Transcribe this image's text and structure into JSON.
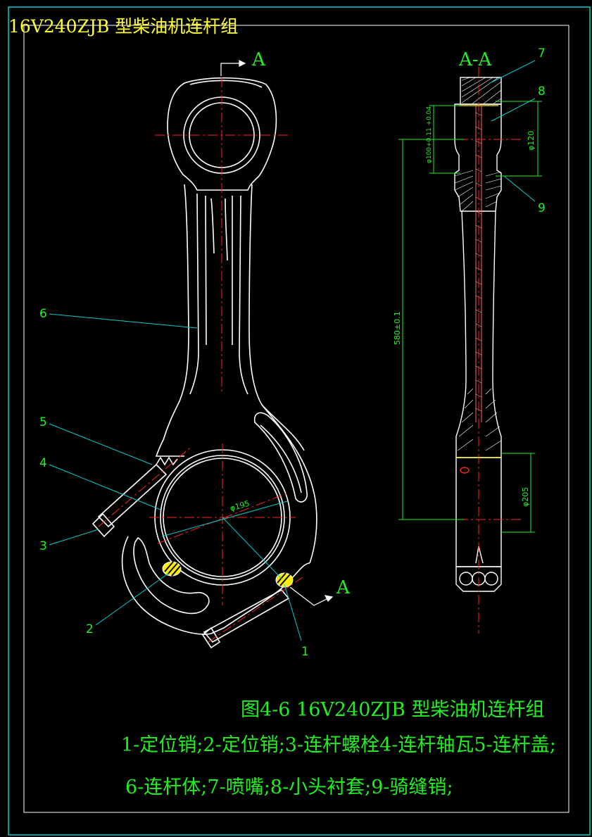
{
  "title": "16V240ZJB 型柴油机连杆组",
  "section_marks": {
    "a_top": "A",
    "a_bottom": "A",
    "section_view": "A-A"
  },
  "callouts": [
    "1",
    "2",
    "3",
    "4",
    "5",
    "6",
    "7",
    "8",
    "9"
  ],
  "dimensions": {
    "big_end_dia": "φ195",
    "pin_bore": "φ100+0.11 +0.04",
    "small_end_outer": "φ120",
    "center_distance": "580±0.1",
    "big_end_outer": "φ205"
  },
  "caption": {
    "line1": "图4-6 16V240ZJB 型柴油机连杆组",
    "line2": "1-定位销;2-定位销;3-连杆螺栓4-连杆轴瓦5-连杆盖;",
    "line3": "6-连杆体;7-喷嘴;8-小头衬套;9-骑缝销;"
  },
  "colors": {
    "background": "#000000",
    "outline": "#ffffff",
    "frame": "#00cccc",
    "centerline": "#ff2222",
    "dimension": "#22ee22",
    "leader": "#00cccc",
    "title": "#ffff33",
    "pin_fill": "#ffee00"
  }
}
